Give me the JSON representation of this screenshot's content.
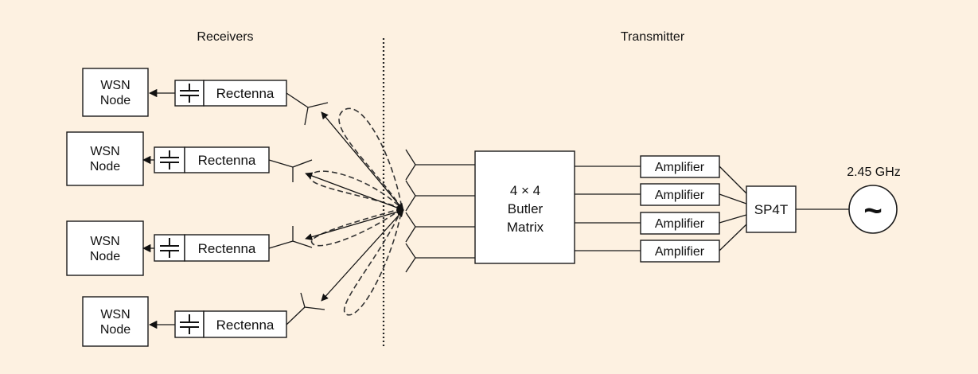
{
  "sections": {
    "receivers": "Receivers",
    "transmitter": "Transmitter"
  },
  "receivers": [
    {
      "node_line1": "WSN",
      "node_line2": "Node",
      "rectenna": "Rectenna"
    },
    {
      "node_line1": "WSN",
      "node_line2": "Node",
      "rectenna": "Rectenna"
    },
    {
      "node_line1": "WSN",
      "node_line2": "Node",
      "rectenna": "Rectenna"
    },
    {
      "node_line1": "WSN",
      "node_line2": "Node",
      "rectenna": "Rectenna"
    }
  ],
  "butler": {
    "line1": "4 × 4",
    "line2": "Butler",
    "line3": "Matrix"
  },
  "amplifiers": [
    "Amplifier",
    "Amplifier",
    "Amplifier",
    "Amplifier"
  ],
  "switch": "SP4T",
  "source": {
    "frequency": "2.45 GHz",
    "symbol": "~"
  },
  "colors": {
    "background": "#fdf1e1",
    "box_fill": "#ffffff",
    "line": "#1a1a1a"
  }
}
